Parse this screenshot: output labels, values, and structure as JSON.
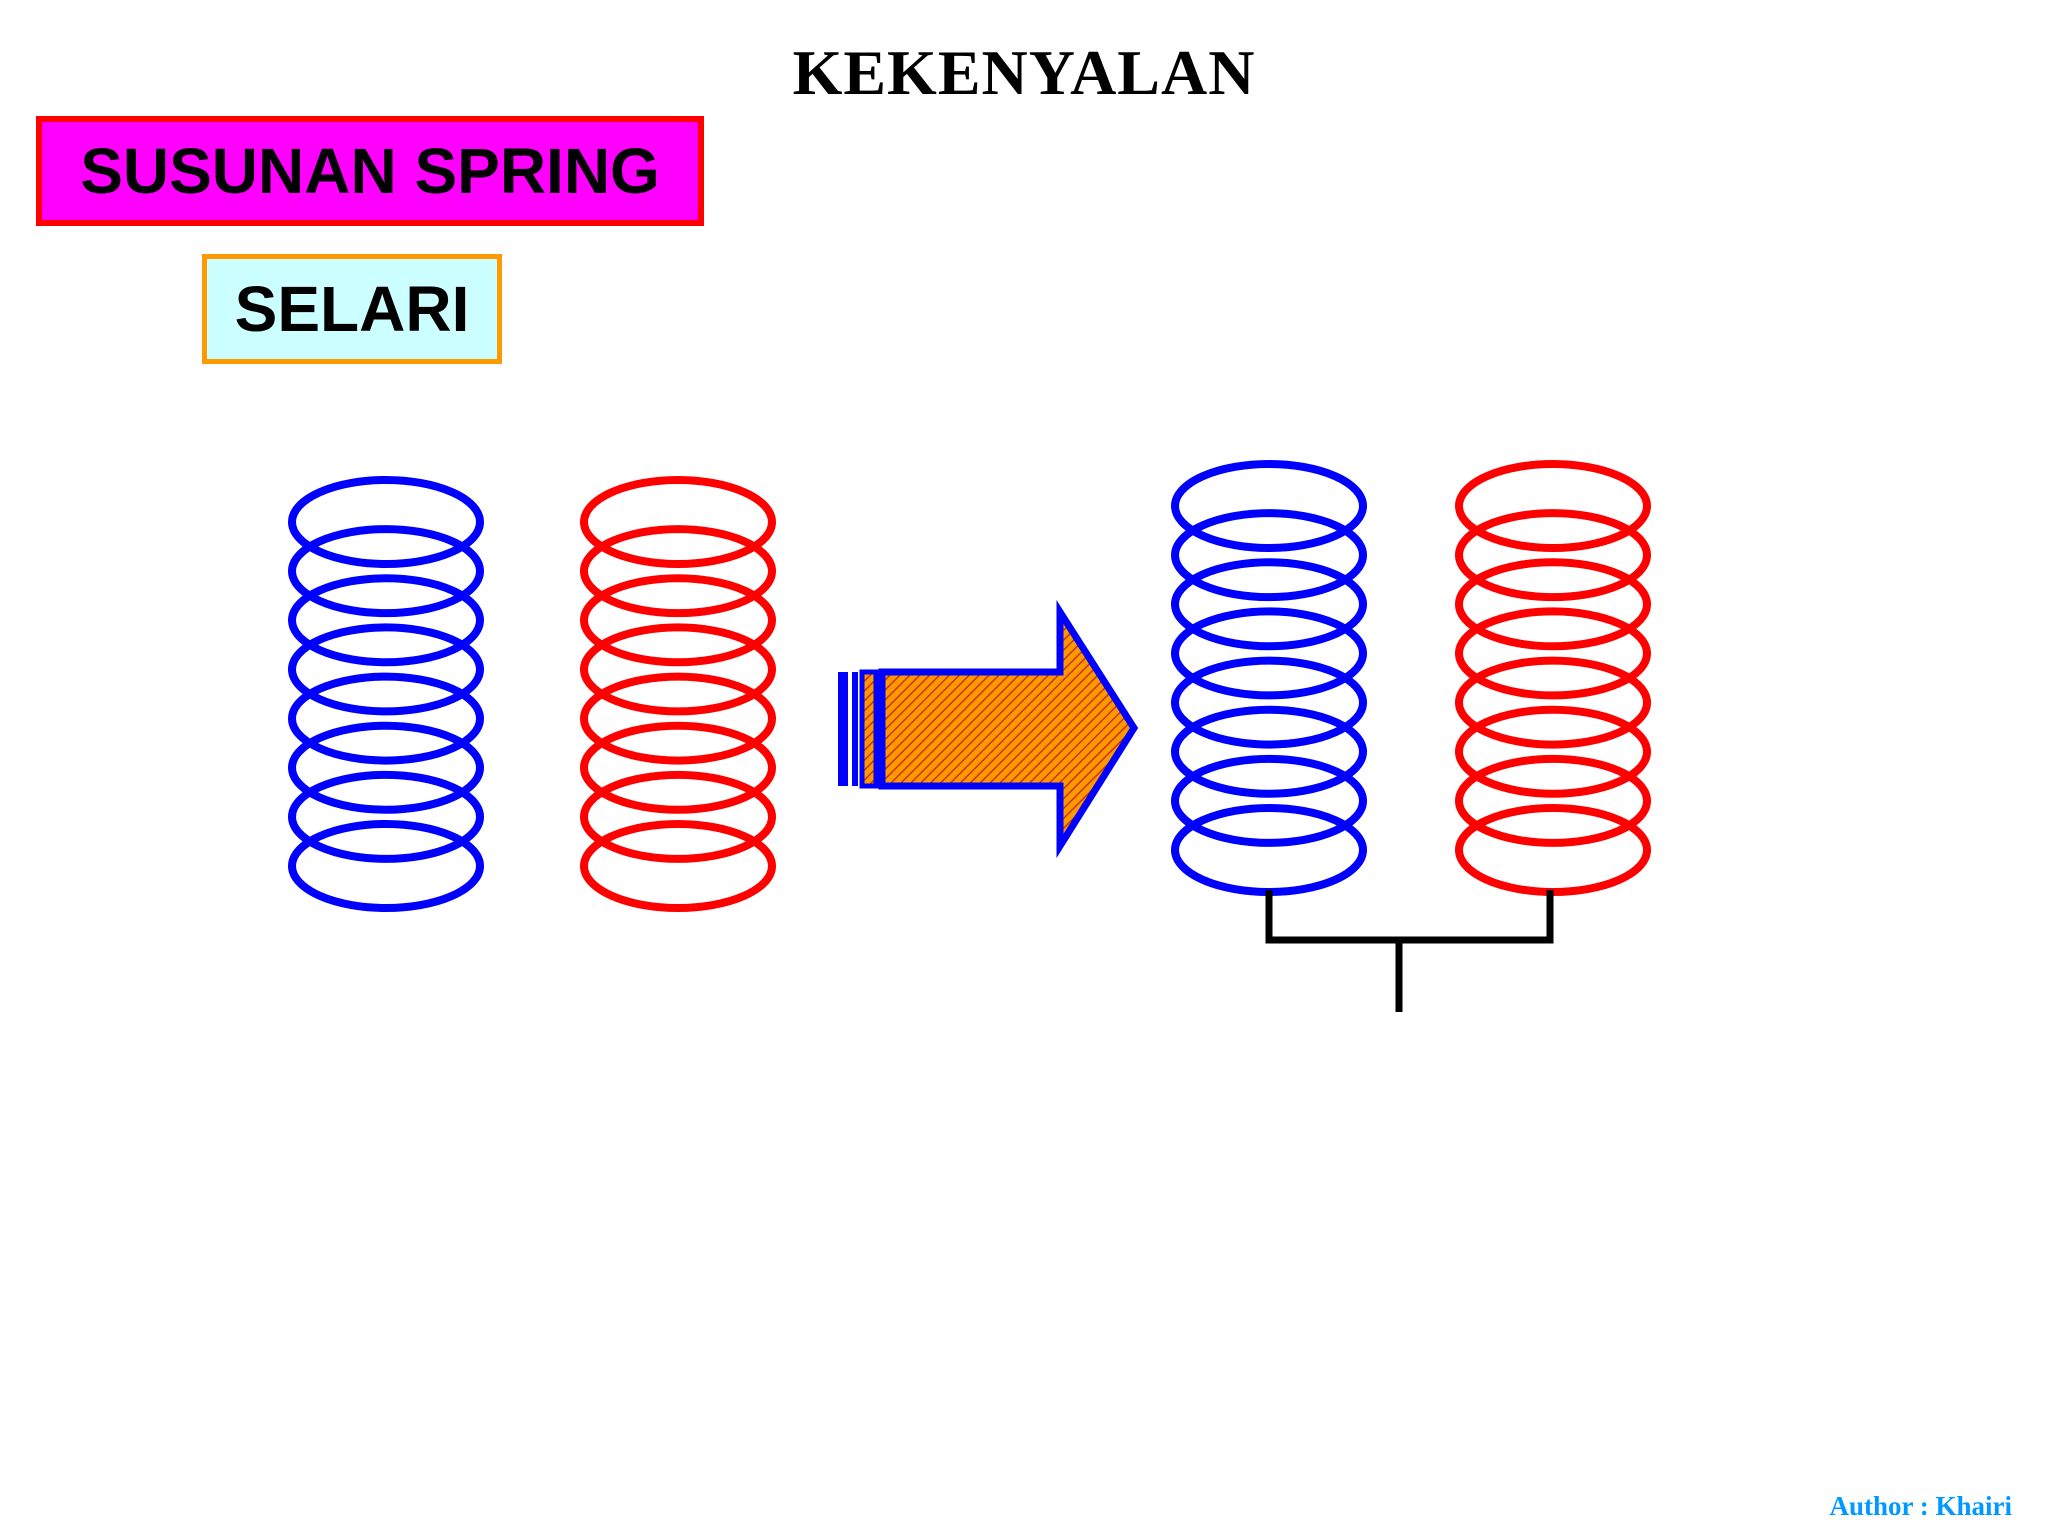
{
  "title": "KEKENYALAN",
  "topic_label": "SUSUNAN SPRING",
  "arrangement_label": "SELARI",
  "author": "Author : Khairi",
  "colors": {
    "spring_blue": "#0000ff",
    "spring_red": "#ff0000",
    "topic_fill": "#ff00ff",
    "topic_border": "#ff0000",
    "arrangement_fill": "#ccffff",
    "arrangement_border": "#ff9900",
    "arrow_border": "#0000ff",
    "arrow_fill_a": "#ff9900",
    "arrow_fill_b": "#cc3300",
    "connector": "#000000",
    "author_text": "#0099ff"
  },
  "icons": {
    "springs": "coil-spring-icon",
    "arrow": "right-arrow-icon",
    "connector": "parallel-connector-icon"
  }
}
